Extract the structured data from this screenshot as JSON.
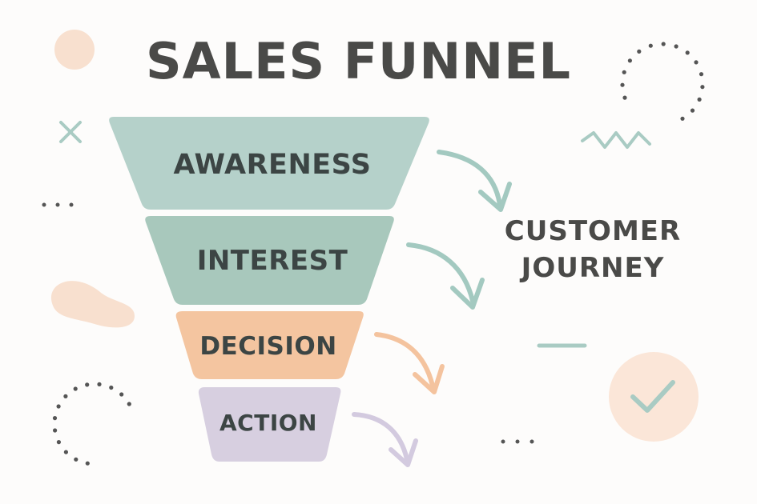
{
  "title": "SALES FUNNEL",
  "stages": [
    {
      "label": "AWARENESS",
      "color": "#b5d1ca"
    },
    {
      "label": "INTEREST",
      "color": "#a8c8bc"
    },
    {
      "label": "DECISION",
      "color": "#f4c5a0"
    },
    {
      "label": "ACTION",
      "color": "#d7cfe0"
    }
  ],
  "journey": {
    "line1": "CUSTOMER",
    "line2": "JOURNEY"
  },
  "colors": {
    "teal": "#a3c9c0",
    "peach": "#f4c39e",
    "lavender": "#d3cadf",
    "text": "#4a4a48",
    "soft_peach": "#f7dfcd"
  },
  "icons": [
    "x-icon",
    "check-icon",
    "arrow-icon",
    "dots-icon",
    "squiggle-icon"
  ]
}
